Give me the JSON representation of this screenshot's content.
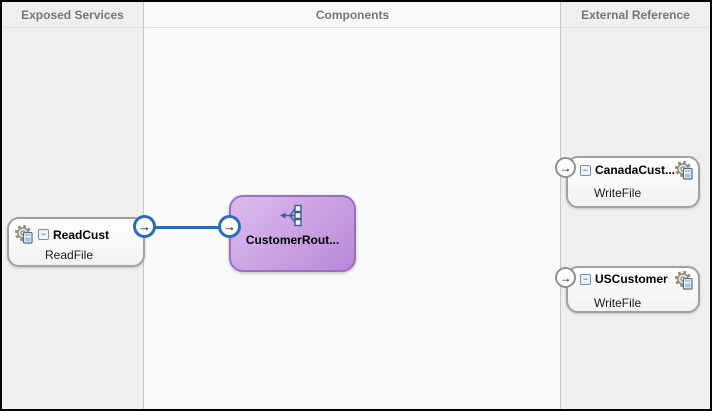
{
  "lanes": {
    "exposed": {
      "label": "Exposed Services"
    },
    "components": {
      "label": "Components"
    },
    "external": {
      "label": "External Reference"
    }
  },
  "service": {
    "name": "ReadCust",
    "detail": "ReadFile"
  },
  "component": {
    "name": "CustomerRout...",
    "type": "mediator"
  },
  "references": [
    {
      "name": "CanadaCust...",
      "detail": "WriteFile"
    },
    {
      "name": "USCustomer",
      "detail": "WriteFile"
    }
  ],
  "glyphs": {
    "arrow": "→",
    "collapse": "−"
  },
  "colors": {
    "wire_blue": "#2a6cb8",
    "mediator_fill": "#c9a0e2",
    "mediator_border": "#9c6ec2",
    "lane_background": "#efefef",
    "canvas_background": "#fafafa",
    "node_border": "#a0a0a0",
    "header_text": "#767676"
  }
}
